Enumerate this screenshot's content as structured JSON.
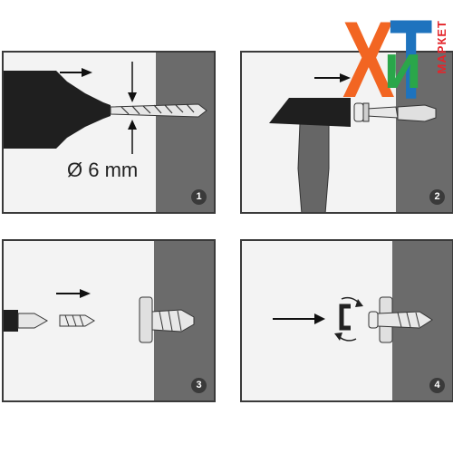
{
  "panel1": {
    "step": "1",
    "diameter_label": "Ø 6 mm"
  },
  "panel2": {
    "step": "2"
  },
  "panel3": {
    "step": "3"
  },
  "panel4": {
    "step": "4"
  },
  "logo": {
    "letter_x": "Х",
    "letter_i": "и",
    "letter_t": "Т",
    "side_text": "МАРКЕТ"
  },
  "colors": {
    "wall": "#6b6b6b",
    "tool": "#1f1f1f",
    "frame": "#3a3a3a",
    "logo_orange": "#f26522",
    "logo_green": "#2aa64a",
    "logo_blue": "#1e73be",
    "logo_red": "#e4252b"
  }
}
